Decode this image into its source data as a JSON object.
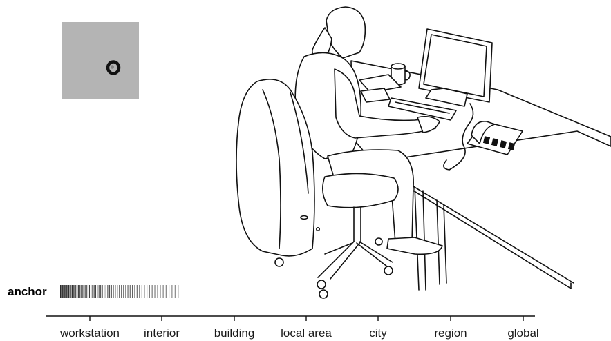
{
  "anchor": {
    "label": "anchor"
  },
  "scale": {
    "ticks": [
      "workstation",
      "interior",
      "building",
      "local area",
      "city",
      "region",
      "global"
    ]
  },
  "colors": {
    "inset_background": "#b4b4b4",
    "ring": "#111111",
    "ink": "#111111",
    "barcode": "#555555"
  },
  "icons": {
    "inset": "spot-ring-icon",
    "illustration": "person-at-desk-illustration"
  }
}
